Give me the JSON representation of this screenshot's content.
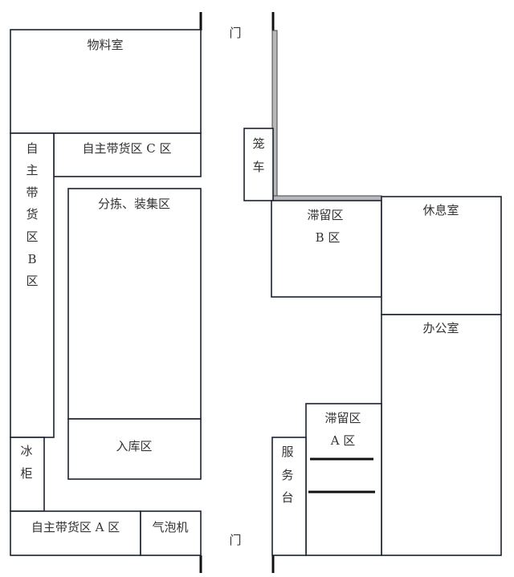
{
  "rooms": {
    "materials": "物料室",
    "self_c": "自主带货区 C 区",
    "self_b": [
      "自",
      "主",
      "带",
      "货",
      "区",
      "B",
      "区"
    ],
    "sorting": "分拣、装集区",
    "inbound": "入库区",
    "freezer": [
      "冰",
      "柜"
    ],
    "self_a": "自主带货区 A 区",
    "bubble": "气泡机",
    "cage": [
      "笼",
      "车"
    ],
    "hold_b": [
      "滞留区",
      "B 区"
    ],
    "rest": "休息室",
    "office": "办公室",
    "hold_a": [
      "滞留区",
      "A 区"
    ],
    "service": [
      "服",
      "务",
      "台"
    ]
  },
  "door_top": "门",
  "door_bottom": "门"
}
